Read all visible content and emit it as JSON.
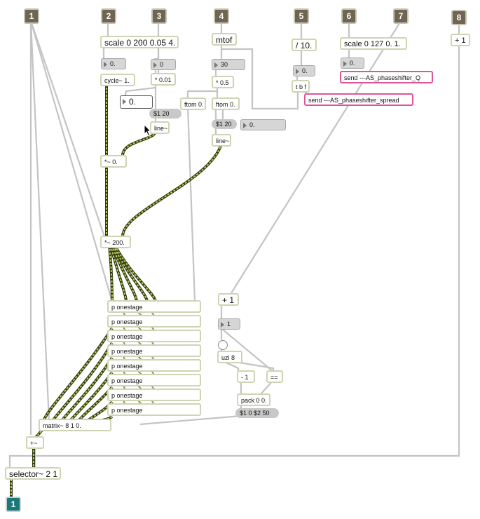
{
  "inlets": [
    "1",
    "2",
    "3",
    "4",
    "5",
    "6",
    "7",
    "8"
  ],
  "outlet": "1",
  "objects": {
    "scale_a": "scale 0 200 0.05 4.",
    "mtof": "mtof",
    "div10": "/ 10.",
    "scale_b": "scale 0 127 0. 1.",
    "plus1_top": "+ 1",
    "cycle": "cycle~ 1.",
    "mul001": "* 0.01",
    "mul05": "* 0.5",
    "tbf": "t b f",
    "ftom_a": "ftom 0.",
    "ftom_b": "ftom 0.",
    "line_a": "line~",
    "line_b": "line~",
    "mul0": "*~ 0.",
    "mul200": "*~ 200.",
    "plus1_mid": "+ 1",
    "uzi": "uzi 8",
    "minus1": "- 1",
    "eq": "==",
    "pack": "pack 0 0.",
    "matrix": "matrix~ 8 1 0.",
    "plus_sig": "+~",
    "selector": "selector~ 2 1",
    "send_q": "send ---AS_phaseshifter_Q",
    "send_spread": "send ---AS_phaseshifter_spread"
  },
  "onestage": [
    "p onestage",
    "p onestage",
    "p onestage",
    "p onestage",
    "p onestage",
    "p onestage",
    "p onestage",
    "p onestage"
  ],
  "numbers": {
    "n_scale_a": "0.",
    "n_zero": "0",
    "n_big": "0.",
    "n_mtof": "30",
    "n_div": "0.",
    "n_scale_b": "0.",
    "n_ftom": "0.",
    "n_one": "1"
  },
  "messages": {
    "m1": "$1 20",
    "m2": "$1 20",
    "m3": "$1 0 $2 50"
  },
  "colors": {
    "inlet": "#6e6553",
    "outlet": "#1a7878",
    "object_border": "#cfd4b4",
    "send_border": "#e0559a",
    "signal_wire": "#9aa845",
    "control_wire": "#c4c4c4"
  }
}
